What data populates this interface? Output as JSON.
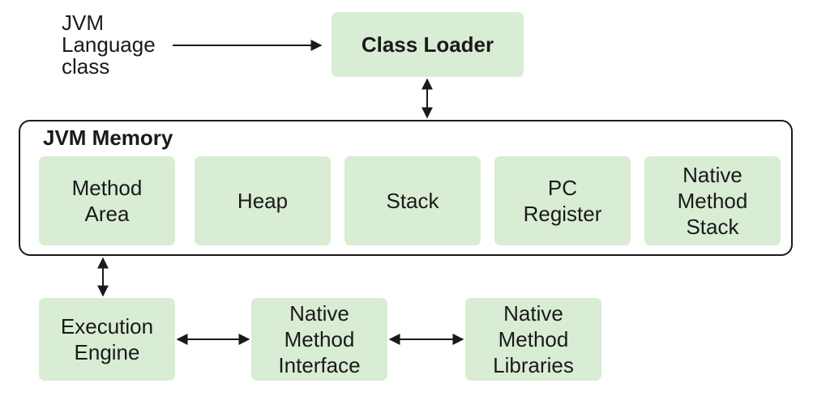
{
  "input_label": "JVM\nLanguage\nclass",
  "class_loader": "Class Loader",
  "memory": {
    "title": "JVM Memory",
    "areas": [
      "Method\nArea",
      "Heap",
      "Stack",
      "PC\nRegister",
      "Native\nMethod\nStack"
    ]
  },
  "execution_engine": "Execution\nEngine",
  "native_interface": "Native\nMethod\nInterface",
  "native_libraries": "Native\nMethod\nLibraries",
  "colors": {
    "box_fill": "#d9ecd4",
    "line": "#1a1a1a"
  }
}
